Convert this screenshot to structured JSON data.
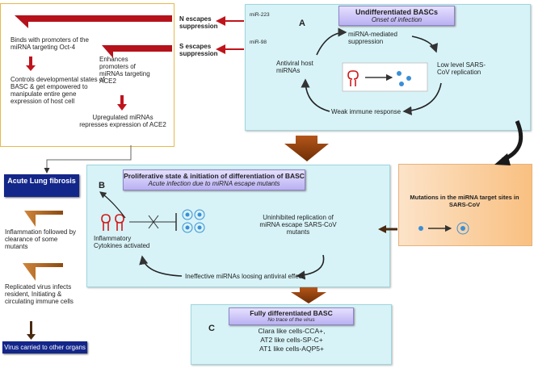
{
  "top_left": {
    "binds_text": "Binds with promoters of the miRNA  targeting  Oct-4",
    "controls_text": "Controls developmental states of BASC &  get empowered to manipulate entire gene expression of host cell",
    "enhances_text": "Enhances promoters of miRNAs targeting ACE2",
    "upregulated_text": "Upregulated miRNAs represses expression of ACE2"
  },
  "escapes": {
    "n_label": "N escapes suppression",
    "s_label": "S escapes suppression",
    "mir223": "miR-223",
    "mir98": "miR-98"
  },
  "box_a": {
    "letter": "A",
    "title": "Undifferentiated BASCs",
    "subtitle": "Onset of infection",
    "suppression": "miRNA-mediated suppression",
    "antiviral": "Antiviral host miRNAs",
    "low_level": "Low level SARS-CoV replication",
    "weak_immune": "Weak immune response"
  },
  "box_b": {
    "letter": "B",
    "title": "Proliferative state & initiation of differentiation of BASC",
    "subtitle": "Acute infection due to miRNA escape mutants",
    "uninhibited": "Uninhibited replication of miRNA escape SARS-CoV mutants",
    "cytokines": "Inflammatory Cytokines activated",
    "ineffective": "Ineffective miRNAs loosing antiviral effect"
  },
  "mutations": {
    "text": "Mutations in the miRNA target sites in SARS-CoV"
  },
  "left_column": {
    "fibrosis": "Acute Lung fibrosis",
    "inflammation": "Inflammation followed  by clearance of some mutants",
    "replicated": "Replicated virus infects resident, Initiating &  circulating immune  cells",
    "carried": "Virus carried to other organs"
  },
  "box_c": {
    "letter": "C",
    "title": "Fully differentiated BASC",
    "subtitle": "No trace of the virus",
    "lines": [
      "Clara like cells-CCA+,",
      "AT2 like cells-SP-C+",
      "AT1 like cells-AQP5+"
    ]
  },
  "colors": {
    "panel": "#d7f3f7",
    "title_box": "#c7c0f7",
    "navy": "#13268a",
    "dark_red": "#b5121b",
    "brown_arrow": "#8b3e0a"
  }
}
